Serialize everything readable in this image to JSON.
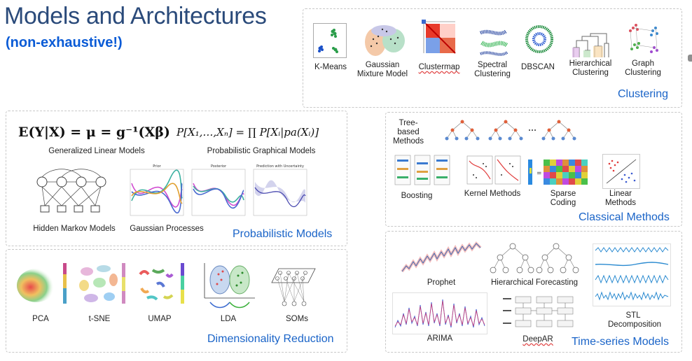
{
  "title": "Models and Architectures",
  "subtitle": "(non-exhaustive!)",
  "clustering": {
    "title": "Clustering",
    "items": [
      "K-Means",
      "Gaussian\nMixture Model",
      "Clustermap",
      "Spectral\nClustering",
      "DBSCAN",
      "Hierarchical\nClustering",
      "Graph\nClustering"
    ]
  },
  "probabilistic": {
    "title": "Probabilistic Models",
    "glm_formula": "E(Y|X) = μ = g⁻¹(Xβ)",
    "glm_label": "Generalized Linear Models",
    "pgm_formula": "P[X₁,…,Xₙ] = ∏ P[Xᵢ|pa(Xᵢ)]",
    "pgm_label": "Probabilistic Graphical Models",
    "hmm_label": "Hidden Markov Models",
    "gp_label": "Gaussian Processes",
    "gp_panels": [
      "Prior",
      "Posterior",
      "Prediction with Uncertainty"
    ]
  },
  "dimred": {
    "title": "Dimensionality Reduction",
    "items": [
      "PCA",
      "t-SNE",
      "UMAP",
      "LDA",
      "SOMs"
    ]
  },
  "classical": {
    "title": "Classical Methods",
    "tree_label": "Tree-\nbased\nMethods",
    "items": [
      "Boosting",
      "Kernel Methods",
      "Sparse\nCoding",
      "Linear\nMethods"
    ]
  },
  "timeseries": {
    "title": "Time-series Models",
    "items": [
      "Prophet",
      "Hierarchical Forecasting",
      "STL\nDecomposition",
      "ARIMA",
      "DeepAR"
    ]
  },
  "colors": {
    "title": "#2a4a7a",
    "accent": "#1a64c8",
    "subtitle": "#0a5bd6"
  }
}
